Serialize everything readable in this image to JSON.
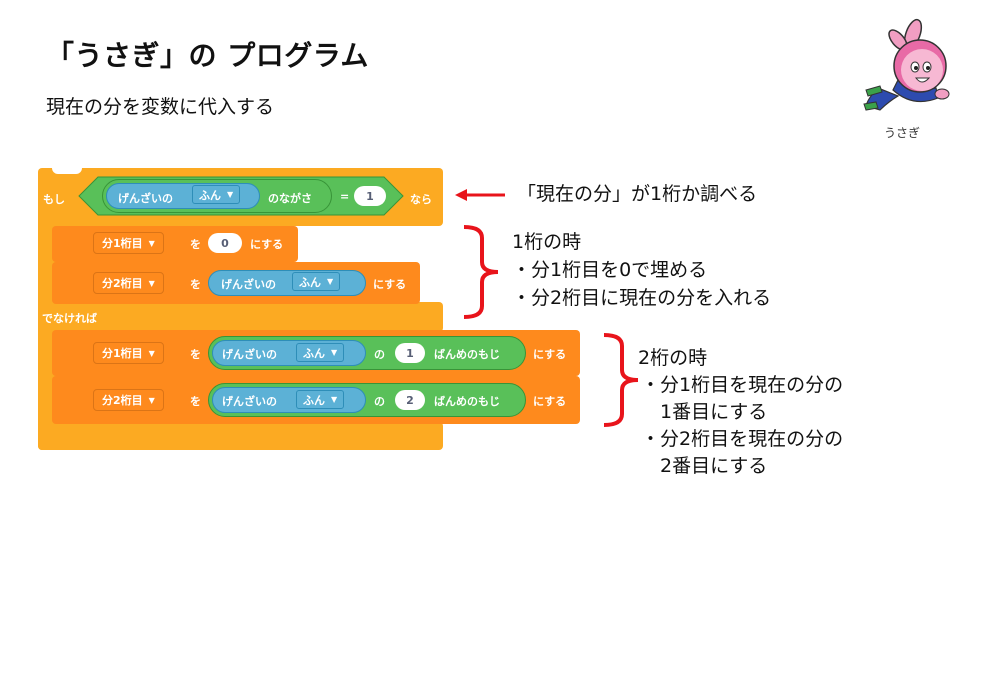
{
  "header": {
    "title": "「うさぎ」の プログラム",
    "subtitle": "現在の分を変数に代入する"
  },
  "sprite": {
    "name": "うさぎ",
    "icon": "rabbit-character-icon"
  },
  "blocks": {
    "if_label": "もし",
    "then_label": "なら",
    "else_label": "でなければ",
    "condition": {
      "sensing_label": "げんざいの",
      "sensing_option": "ふん",
      "length_label": "のながさ",
      "equals": "=",
      "compare_value": "1"
    },
    "if_branch": [
      {
        "variable": "分1桁目",
        "to_label": "を",
        "value": "0",
        "suffix": "にする"
      },
      {
        "variable": "分2桁目",
        "to_label": "を",
        "sensing_label": "げんざいの",
        "sensing_option": "ふん",
        "suffix": "にする"
      }
    ],
    "else_branch": [
      {
        "variable": "分1桁目",
        "to_label": "を",
        "sensing_label": "げんざいの",
        "sensing_option": "ふん",
        "of_label": "の",
        "index": "1",
        "letter_label": "ばんめのもじ",
        "suffix": "にする"
      },
      {
        "variable": "分2桁目",
        "to_label": "を",
        "sensing_label": "げんざいの",
        "sensing_option": "ふん",
        "of_label": "の",
        "index": "2",
        "letter_label": "ばんめのもじ",
        "suffix": "にする"
      }
    ]
  },
  "annotations": {
    "condition_note": "「現在の分」が1桁か調べる",
    "one_digit": {
      "heading": "1桁の時",
      "lines": [
        "・分1桁目を0で埋める",
        "・分2桁目に現在の分を入れる"
      ]
    },
    "two_digit": {
      "heading": "2桁の時",
      "lines": [
        "・分1桁目を現在の分の",
        "　1番目にする",
        "・分2桁目を現在の分の",
        "　2番目にする"
      ]
    }
  },
  "colors": {
    "control": "#FCAA22",
    "variables": "#FE8A1D",
    "sensing": "#5CB1D6",
    "operators": "#59C059",
    "annotation_red": "#E8141B"
  }
}
